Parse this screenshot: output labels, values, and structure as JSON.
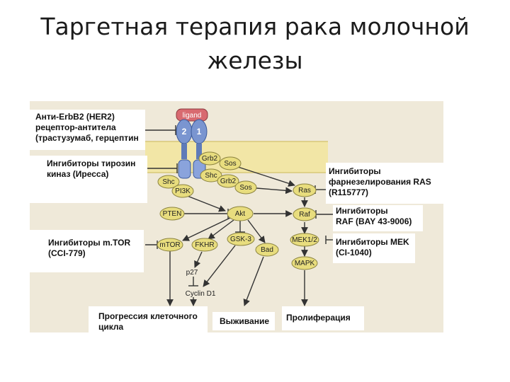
{
  "title": {
    "line1": "Таргетная терапия рака молочной",
    "line2": "железы"
  },
  "diagram": {
    "nodes": {
      "ligand": "ligand",
      "r1": "1",
      "r2": "2",
      "grb2_top": "Grb2",
      "sos_top": "Sos",
      "shc_left": "Shc",
      "pi3k": "PI3K",
      "shc_mid": "Shc",
      "grb2_mid": "Grb2",
      "sos_mid": "Sos",
      "ras": "Ras",
      "pten": "PTEN",
      "akt": "Akt",
      "raf": "Raf",
      "mtor": "mTOR",
      "fkhr": "FKHR",
      "gsk3": "GSK-3",
      "bad": "Bad",
      "mek": "MEK1/2",
      "mapk": "MAPK",
      "p27": "p27",
      "cyclin": "Cyclin D1"
    },
    "labels": {
      "her2": [
        "Анти-ErbB2 (HER2)",
        "рецептор-антитела",
        "(трастузумаб, герцептин"
      ],
      "tk": [
        "Ингибиторы тирозин",
        "киназ (Иресса)"
      ],
      "ras_inh": [
        "Ингибиторы",
        "фарнезелирования RAS",
        "(R115777)"
      ],
      "raf_inh": [
        "Ингибиторы",
        "RAF (BAY 43-9006)"
      ],
      "mtor_inh": [
        "Ингибиторы m.TOR",
        "(CCI-779)"
      ],
      "mek_inh": [
        "Ингибиторы MEK",
        "(CI-1040)"
      ],
      "progression": [
        "Прогрессия клеточного",
        "цикла"
      ],
      "survival": [
        "Выживание"
      ],
      "proliferation": [
        "Пролиферация"
      ]
    }
  },
  "colors": {
    "panel_bg": "#efe9d9",
    "node_fill": "#e8dd7e",
    "node_stroke": "#8c8440",
    "receptor_fill": "#7a95d0",
    "ligand_fill": "#d86a70",
    "membrane": "#f2e6a6",
    "arrow": "#333333"
  }
}
